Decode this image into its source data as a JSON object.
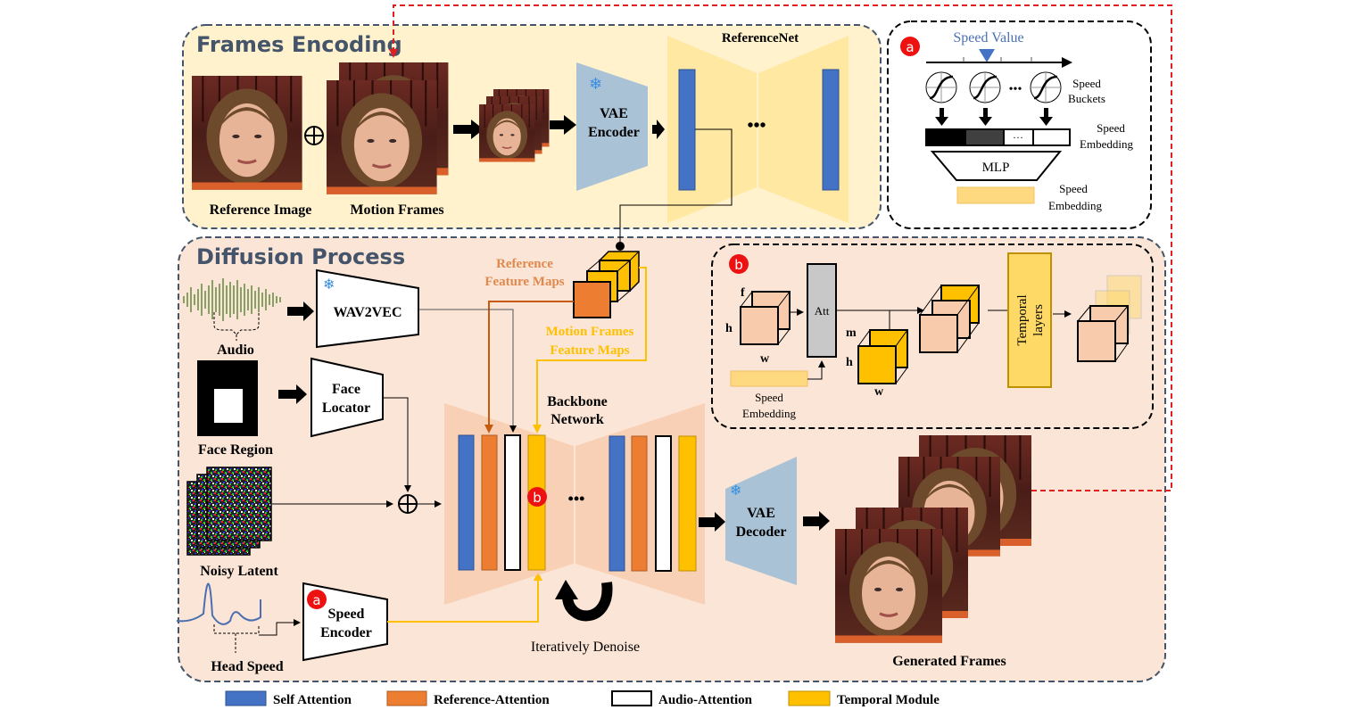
{
  "colors": {
    "frames_bg": "#fff2cc",
    "diffusion_bg": "#fbe5d6",
    "section_border": "#44546a",
    "self_attention": "#4472c4",
    "reference_attention": "#ed7d31",
    "audio_attention": "#ffffff",
    "temporal_module": "#ffc000",
    "vae": "#a9c2d6",
    "referencenet": "#ffe699",
    "backbone": "#f8cbad",
    "speed_embedding_bar": "#ffd97f",
    "feedback_arrow": "#e02020",
    "badge": "#ee1111",
    "speed_value": "#4a70b5",
    "temporal_layers": "#ffd966"
  },
  "frames_encoding": {
    "title": "Frames Encoding",
    "reference_image_label": "Reference Image",
    "motion_frames_label": "Motion Frames",
    "vae_encoder_line1": "VAE",
    "vae_encoder_line2": "Encoder",
    "referencenet_label": "ReferenceNet",
    "ellipsis": "•••"
  },
  "panel_a": {
    "badge": "a",
    "speed_value_label": "Speed Value",
    "speed_buckets_line1": "Speed",
    "speed_buckets_line2": "Buckets",
    "speed_embedding_line1": "Speed",
    "speed_embedding_line2": "Embedding",
    "mlp_label": "MLP",
    "output_embedding_line1": "Speed",
    "output_embedding_line2": "Embedding",
    "bucket_ellipsis": "•••",
    "cell_ellipsis": "···"
  },
  "diffusion": {
    "title": "Diffusion Process",
    "audio_label": "Audio",
    "wav2vec_label": "WAV2VEC",
    "face_region_label": "Face Region",
    "face_locator_line1": "Face",
    "face_locator_line2": "Locator",
    "noisy_latent_label": "Noisy Latent",
    "head_speed_label": "Head Speed",
    "speed_encoder_line1": "Speed",
    "speed_encoder_line2": "Encoder",
    "speed_encoder_badge": "a",
    "reference_feature_line1": "Reference",
    "reference_feature_line2": "Feature Maps",
    "motion_feature_line1": "Motion Frames",
    "motion_feature_line2": "Feature Maps",
    "backbone_line1": "Backbone",
    "backbone_line2": "Network",
    "backbone_badge": "b",
    "backbone_ellipsis": "•••",
    "iteratively_denoise": "Iteratively Denoise",
    "vae_decoder_line1": "VAE",
    "vae_decoder_line2": "Decoder",
    "generated_frames_label": "Generated Frames"
  },
  "panel_b": {
    "badge": "b",
    "dim_f": "f",
    "dim_h": "h",
    "dim_w": "w",
    "dim_m": "m",
    "dim_h2": "h",
    "dim_w2": "w",
    "att_label": "Att",
    "speed_embedding_line1": "Speed",
    "speed_embedding_line2": "Embedding",
    "temporal_line1": "Temporal",
    "temporal_line2": "layers"
  },
  "legend": [
    {
      "label": "Self Attention",
      "color": "#4472c4"
    },
    {
      "label": "Reference-Attention",
      "color": "#ed7d31"
    },
    {
      "label": "Audio-Attention",
      "color": "#ffffff"
    },
    {
      "label": "Temporal Module",
      "color": "#ffc000"
    }
  ]
}
